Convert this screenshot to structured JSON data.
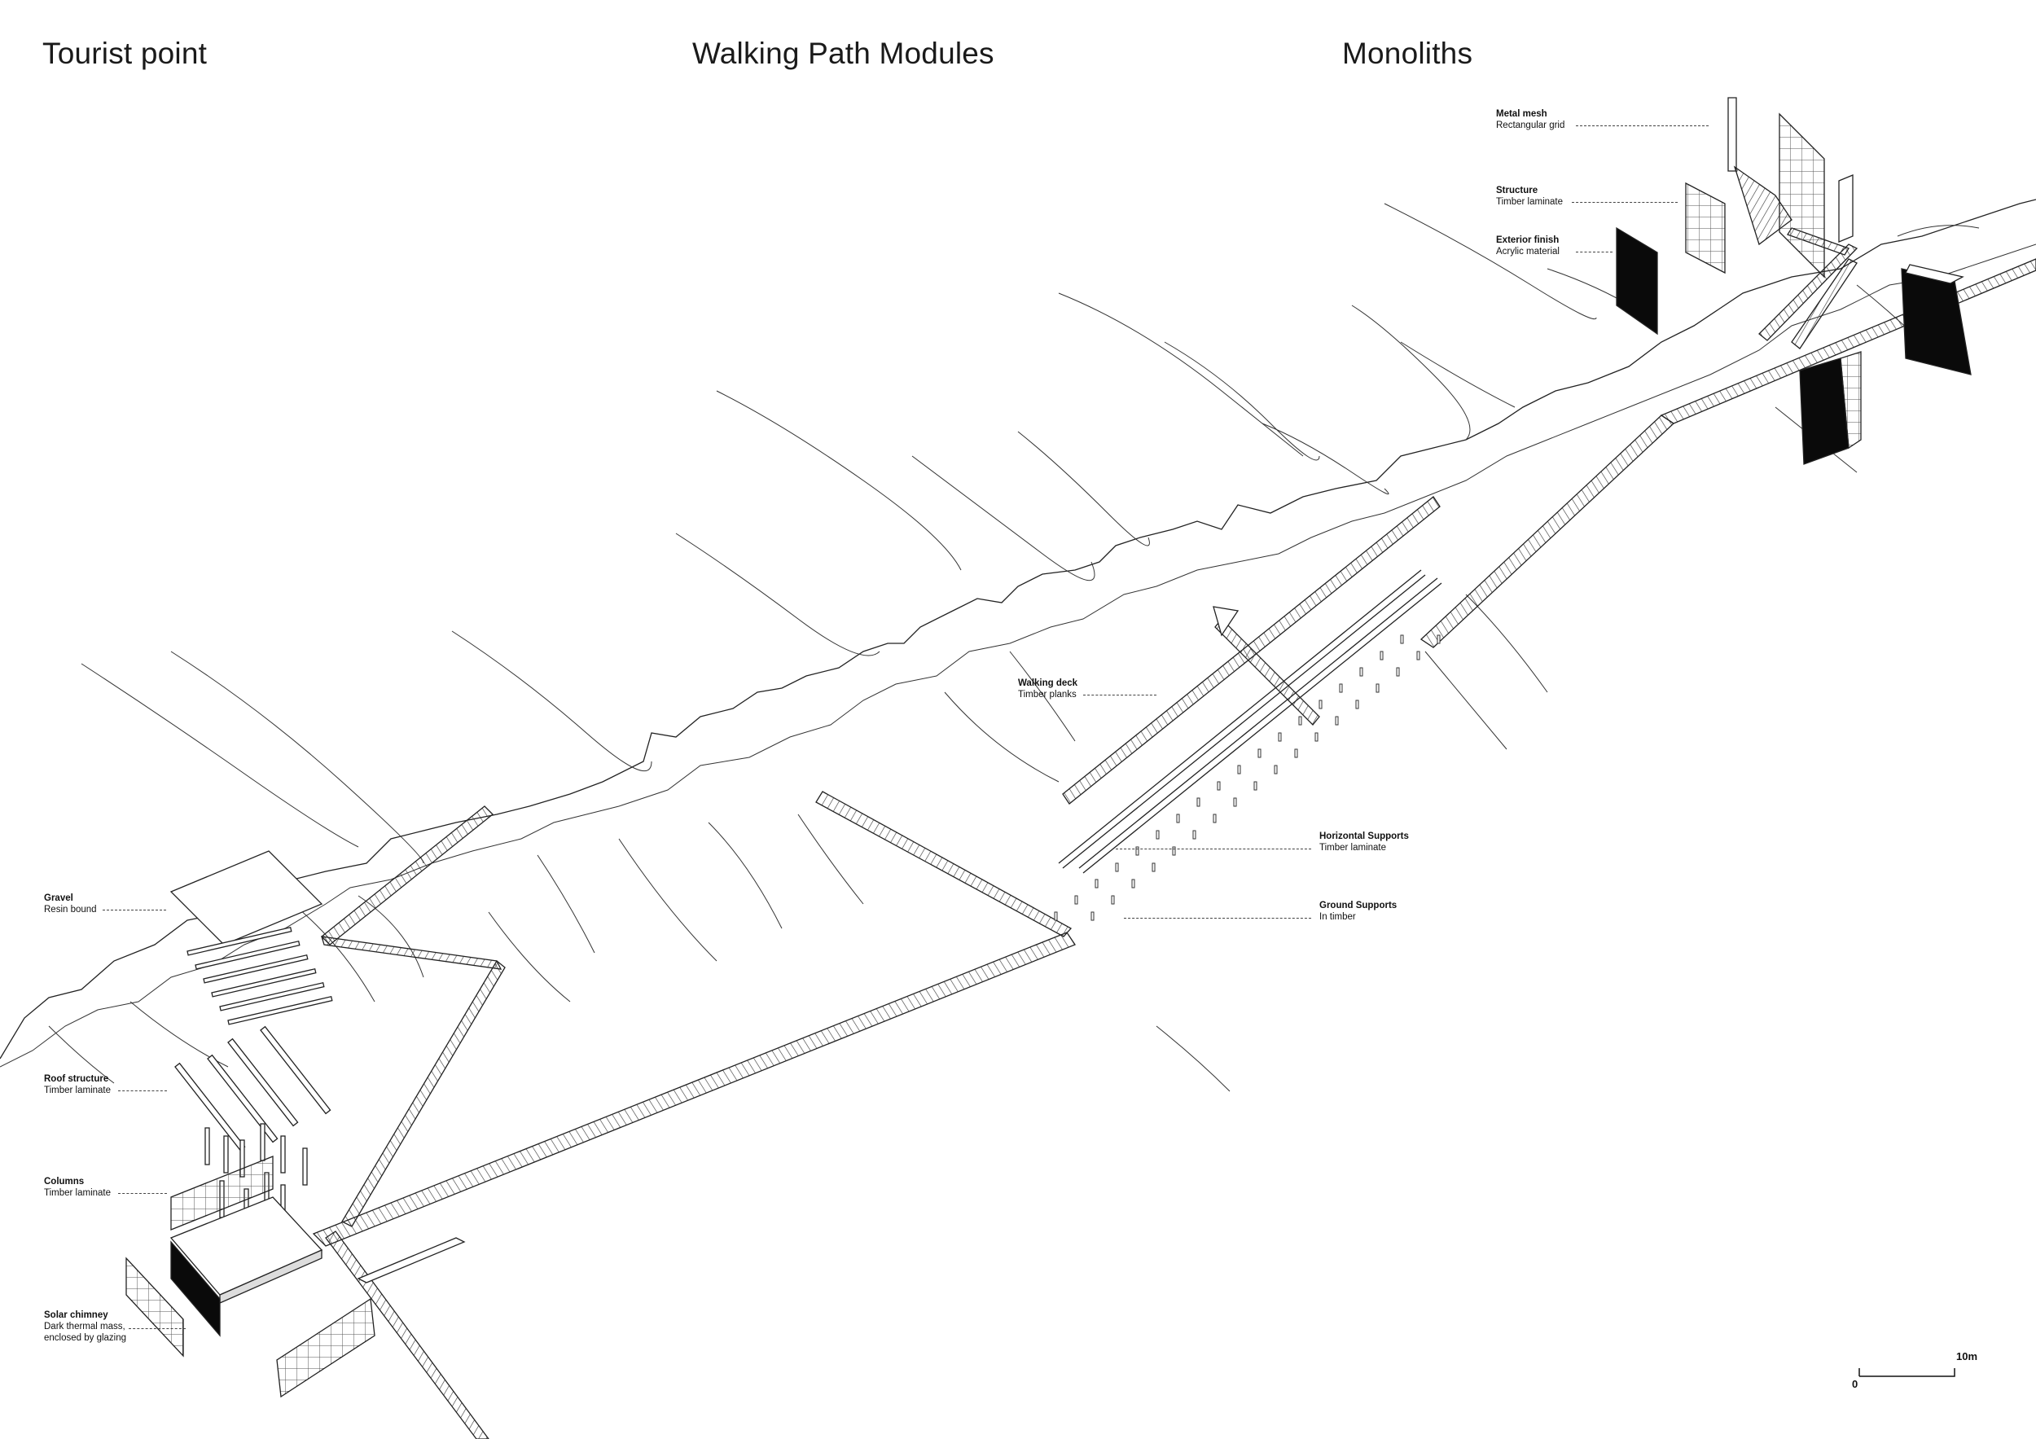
{
  "titles": {
    "tourist_point": "Tourist point",
    "walking_path": "Walking Path Modules",
    "monoliths": "Monoliths"
  },
  "callouts": {
    "gravel": {
      "label": "Gravel",
      "sub": "Resin bound"
    },
    "roof": {
      "label": "Roof structure",
      "sub": "Timber laminate"
    },
    "columns": {
      "label": "Columns",
      "sub": "Timber laminate"
    },
    "chimney": {
      "label": "Solar chimney",
      "sub1": "Dark thermal mass,",
      "sub2": "enclosed by glazing"
    },
    "deck": {
      "label": "Walking deck",
      "sub": "Timber planks"
    },
    "horizontal": {
      "label": "Horizontal Supports",
      "sub": "Timber laminate"
    },
    "ground": {
      "label": "Ground Supports",
      "sub": "In timber"
    },
    "mesh": {
      "label": "Metal mesh",
      "sub": "Rectangular grid"
    },
    "structure": {
      "label": "Structure",
      "sub": "Timber laminate"
    },
    "exterior": {
      "label": "Exterior finish",
      "sub": "Acrylic material"
    }
  },
  "scale_bar": {
    "start": "0",
    "end": "10m"
  },
  "colors": {
    "ink": "#111111",
    "line": "#333333",
    "fill_dark": "#0a0a0a"
  }
}
